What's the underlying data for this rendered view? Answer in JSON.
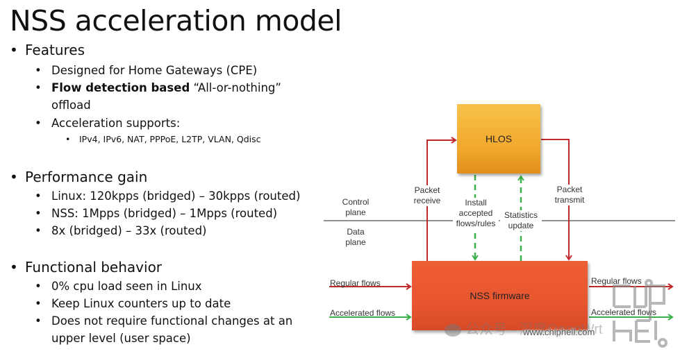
{
  "slide": {
    "title": "NSS acceleration model",
    "sections": [
      {
        "heading": "Features",
        "items": [
          {
            "text": "Designed for Home Gateways (CPE)"
          },
          {
            "bold": "Flow detection based",
            "text": " “All-or-nothing”",
            "cont": "offload"
          },
          {
            "text": "Acceleration supports:",
            "sub": [
              "IPv4, IPv6, NAT, PPPoE, L2TP, VLAN, Qdisc"
            ]
          }
        ]
      },
      {
        "heading": "Performance gain",
        "items": [
          {
            "text": "Linux: 120kpps (bridged) – 30kpps (routed)"
          },
          {
            "text": "NSS: 1Mpps (bridged) – 1Mpps (routed)"
          },
          {
            "text": "8x (bridged) – 33x (routed)"
          }
        ]
      },
      {
        "heading": "Functional behavior",
        "items": [
          {
            "text": "0% cpu load seen in Linux"
          },
          {
            "text": "Keep Linux counters up to date"
          },
          {
            "text": "Does not require functional changes at an",
            "cont": "upper level (user space)"
          }
        ]
      }
    ],
    "bullet_glyph": "•"
  },
  "diagram": {
    "hlos_label": "HLOS",
    "nss_label": "NSS firmware",
    "control_plane": [
      "Control",
      "plane"
    ],
    "data_plane": [
      "Data",
      "plane"
    ],
    "packet_receive": [
      "Packet",
      "receive"
    ],
    "packet_transmit": [
      "Packet",
      "transmit"
    ],
    "install_rules": [
      "Install",
      "accepted",
      "flows/rules"
    ],
    "statistics_update": [
      "Statistics",
      "update"
    ],
    "regular_flows_in": "Regular flows",
    "accelerated_flows_in": "Accelerated flows",
    "regular_flows_out": "Regular flows",
    "accelerated_flows_out": "Accelerated flows",
    "colors": {
      "red_path": "#c0282a",
      "green_path": "#3cb04a",
      "hlos_fill": "#f2aa2e",
      "nss_fill": "#e85630"
    }
  },
  "watermark": {
    "site": "www.chiphell.com",
    "wechat_text": "公众号 · 深度OpenWrt"
  }
}
